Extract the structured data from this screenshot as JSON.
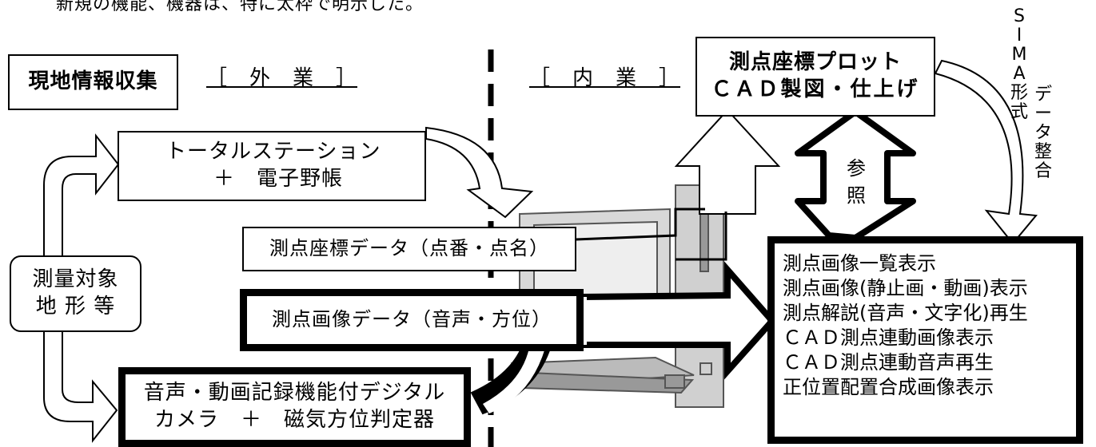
{
  "note": "新規の機能、機器は、特に太枠で明示した。",
  "genchi": "現地情報収集",
  "gaigyo": "［　外　業　］",
  "naigyo": "［　内　業　］",
  "plot": {
    "line1": "測点座標プロット",
    "line2": "ＣＡＤ製図・仕上げ"
  },
  "sima": {
    "col1": [
      "S",
      "I",
      "M",
      "A",
      "形",
      "式"
    ],
    "col2": [
      "デ",
      "ー",
      "タ",
      "整",
      "合"
    ]
  },
  "sansho": [
    "参",
    "照"
  ],
  "total_station": {
    "line1": "トータルステーション",
    "line2": "＋　電子野帳"
  },
  "coord_data": "測点座標データ（点番・点名）",
  "image_data": "測点画像データ（音声・方位）",
  "target": {
    "line1": "測量対象",
    "line2": "地 形 等"
  },
  "camera": {
    "line1": "音声・動画記録機能付デジタル",
    "line2": "カメラ　＋　磁気方位判定器"
  },
  "features": [
    "測点画像一覧表示",
    "測点画像(静止画・動画)表示",
    "測点解説(音声・文字化)再生",
    "ＣＡＤ測点連動画像表示",
    "ＣＡＤ測点連動音声再生",
    "正位置配置合成画像表示"
  ]
}
